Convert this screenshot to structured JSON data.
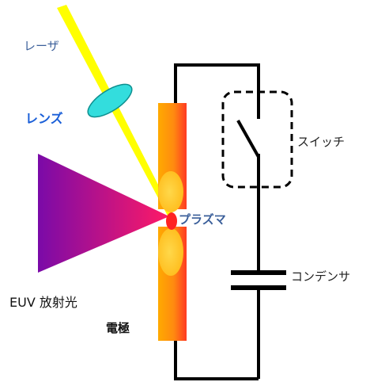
{
  "labels": {
    "laser": "レーザ",
    "lens": "レンズ",
    "plasma": "プラズマ",
    "switch": "スイッチ",
    "capacitor": "コンデンサ",
    "euv": "EUV 放射光",
    "electrode": "電極"
  },
  "colors": {
    "laser_beam": "#ffff00",
    "lens": "#33dddd",
    "euv_gradient_start": "#7a0aa8",
    "euv_gradient_end": "#ff1a66",
    "electrode_gradient_start": "#ffaa00",
    "electrode_gradient_end": "#ff3a22",
    "electrode_bulge": "#ffcc33",
    "plasma": "#ff2222",
    "wire": "#000000"
  }
}
